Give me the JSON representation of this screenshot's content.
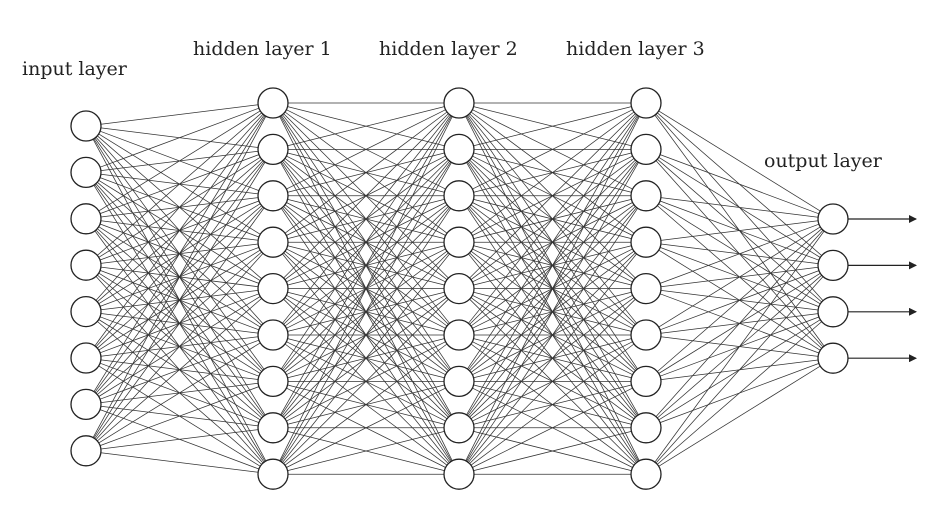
{
  "diagram": {
    "layers": [
      {
        "label": "input layer",
        "neurons": 8
      },
      {
        "label": "hidden layer 1",
        "neurons": 9
      },
      {
        "label": "hidden layer 2",
        "neurons": 9
      },
      {
        "label": "hidden layer 3",
        "neurons": 9
      },
      {
        "label": "output layer",
        "neurons": 4
      }
    ],
    "connectivity": "fully-connected",
    "output_arrows": 4,
    "colors": {
      "background": "#ffffff",
      "edge": "#333333",
      "node_stroke": "#222222",
      "node_fill": "#ffffff",
      "text": "#222222"
    }
  }
}
